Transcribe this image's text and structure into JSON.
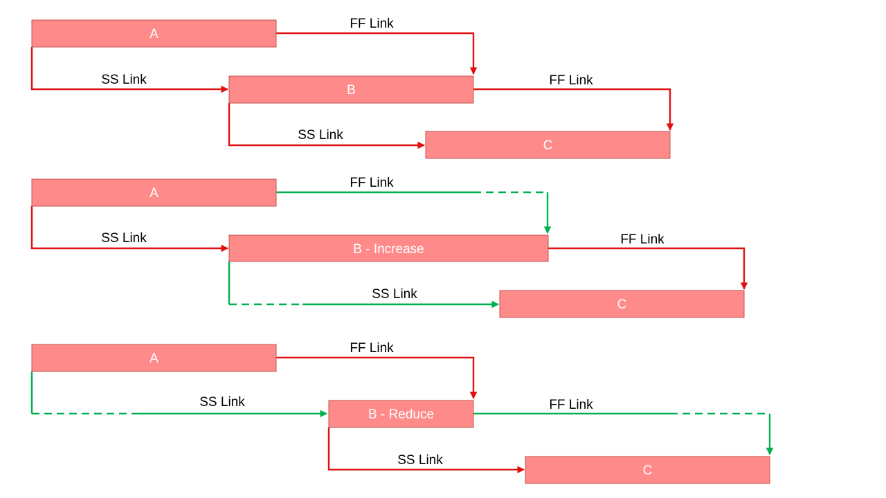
{
  "colors": {
    "bar_fill": "#ff8a8a",
    "bar_border": "#c0504d",
    "bar_text": "#ffffff",
    "link_red": "#e01010",
    "link_green": "#00b050",
    "label_text": "#000000"
  },
  "legend_terms": {
    "ff": "FF Link",
    "ss": "SS Link"
  },
  "scenarios": [
    {
      "tasks": {
        "a": "A",
        "b": "B",
        "c": "C"
      },
      "links": {
        "ab_ff": {
          "label": "FF Link",
          "color": "red",
          "dashed": false
        },
        "ab_ss": {
          "label": "SS Link",
          "color": "red",
          "dashed": false
        },
        "bc_ff": {
          "label": "FF Link",
          "color": "red",
          "dashed": false
        },
        "bc_ss": {
          "label": "SS Link",
          "color": "red",
          "dashed": false
        }
      }
    },
    {
      "tasks": {
        "a": "A",
        "b": "B - Increase",
        "c": "C"
      },
      "links": {
        "ab_ff": {
          "label": "FF Link",
          "color": "green",
          "dashed": "partial"
        },
        "ab_ss": {
          "label": "SS Link",
          "color": "red",
          "dashed": false
        },
        "bc_ff": {
          "label": "FF Link",
          "color": "red",
          "dashed": false
        },
        "bc_ss": {
          "label": "SS Link",
          "color": "green",
          "dashed": "partial"
        }
      }
    },
    {
      "tasks": {
        "a": "A",
        "b": "B - Reduce",
        "c": "C"
      },
      "links": {
        "ab_ff": {
          "label": "FF Link",
          "color": "red",
          "dashed": false
        },
        "ab_ss": {
          "label": "SS Link",
          "color": "green",
          "dashed": "partial"
        },
        "bc_ff": {
          "label": "FF Link",
          "color": "green",
          "dashed": "partial"
        },
        "bc_ss": {
          "label": "SS Link",
          "color": "red",
          "dashed": false
        }
      }
    }
  ]
}
